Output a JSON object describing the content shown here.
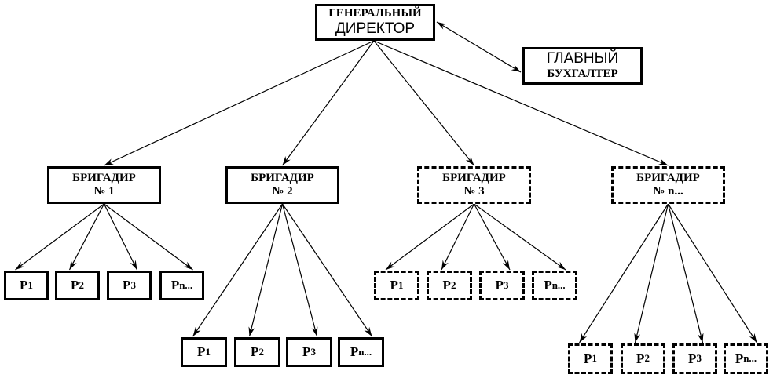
{
  "director": {
    "line1": "ГЕНЕРАЛЬНЫЙ",
    "line2": "ДИРЕКТОР"
  },
  "accountant": {
    "line1": "ГЛАВНЫЙ",
    "line2": "БУХГАЛТЕР"
  },
  "foremen": [
    {
      "line1": "БРИГАДИР",
      "line2": "№ 1",
      "dashed": false,
      "workers": [
        {
          "p": "P",
          "s": "1"
        },
        {
          "p": "P",
          "s": "2"
        },
        {
          "p": "P",
          "s": "3"
        },
        {
          "p": "P",
          "s": "n..."
        }
      ],
      "workers_dashed": false
    },
    {
      "line1": "БРИГАДИР",
      "line2": "№ 2",
      "dashed": false,
      "workers": [
        {
          "p": "P",
          "s": "1"
        },
        {
          "p": "P",
          "s": "2"
        },
        {
          "p": "P",
          "s": "3"
        },
        {
          "p": "P",
          "s": "n..."
        }
      ],
      "workers_dashed": false
    },
    {
      "line1": "БРИГАДИР",
      "line2": "№ 3",
      "dashed": true,
      "workers": [
        {
          "p": "P",
          "s": "1"
        },
        {
          "p": "P",
          "s": "2"
        },
        {
          "p": "P",
          "s": "3"
        },
        {
          "p": "P",
          "s": "n..."
        }
      ],
      "workers_dashed": true
    },
    {
      "line1": "БРИГАДИР",
      "line2": "№ n...",
      "dashed": true,
      "workers": [
        {
          "p": "P",
          "s": "1"
        },
        {
          "p": "P",
          "s": "2"
        },
        {
          "p": "P",
          "s": "3"
        },
        {
          "p": "P",
          "s": "n..."
        }
      ],
      "workers_dashed": true
    }
  ]
}
